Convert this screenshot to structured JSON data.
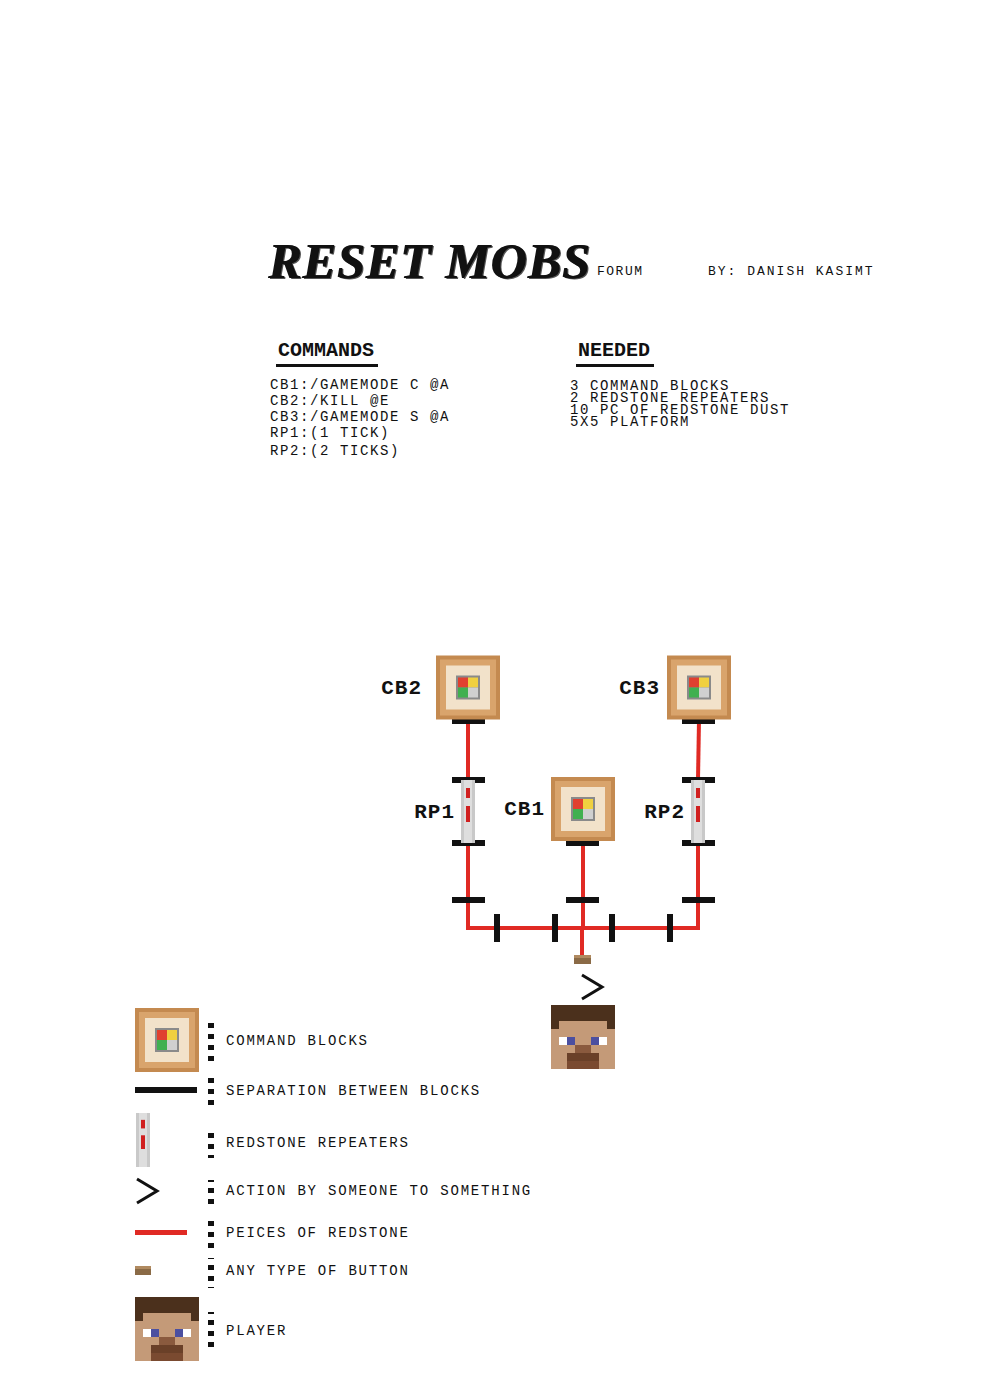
{
  "diagram": {
    "title": "RESET MOBS",
    "nodes": [
      {
        "text": [
          "CB2"
        ]
      },
      {
        "text": [
          "CB3"
        ]
      },
      {
        "text": [
          "RP1"
        ]
      },
      {
        "text": [
          "CB1"
        ]
      },
      {
        "text": [
          "RP2"
        ]
      }
    ],
    "edges": [
      {
        "from": 2,
        "to": 0,
        "arrow": "none"
      },
      {
        "from": 4,
        "to": 1,
        "arrow": "none"
      },
      {
        "from": 3,
        "to": 2,
        "arrow": "none"
      },
      {
        "from": 3,
        "to": 4,
        "arrow": "none"
      }
    ],
    "labels": [
      "FORUM",
      "BY: DANISH KASIMT",
      "COMMANDS",
      "CB1:/GAMEMODE C @A",
      "CB2:/KILL @E",
      "CB3:/GAMEMODE S @A",
      "RP1:(1 TICK)",
      "RP2:(2 TICKS)",
      "NEEDED",
      "3 COMMAND BLOCKS",
      "2 REDSTONE REPEATERS",
      "10 PC OF REDSTONE DUST",
      "5X5 PLATFORM"
    ],
    "legend": [
      {
        "text": "COMMAND BLOCKS"
      },
      {
        "text": "SEPARATION BETWEEN BLOCKS"
      },
      {
        "text": "REDSTONE REPEATERS"
      },
      {
        "text": "ACTION BY SOMEONE TO SOMETHING"
      },
      {
        "text": "PEICES OF REDSTONE",
        "color": "#e02a24"
      },
      {
        "text": "ANY TYPE OF BUTTON"
      },
      {
        "text": "PLAYER"
      }
    ]
  }
}
